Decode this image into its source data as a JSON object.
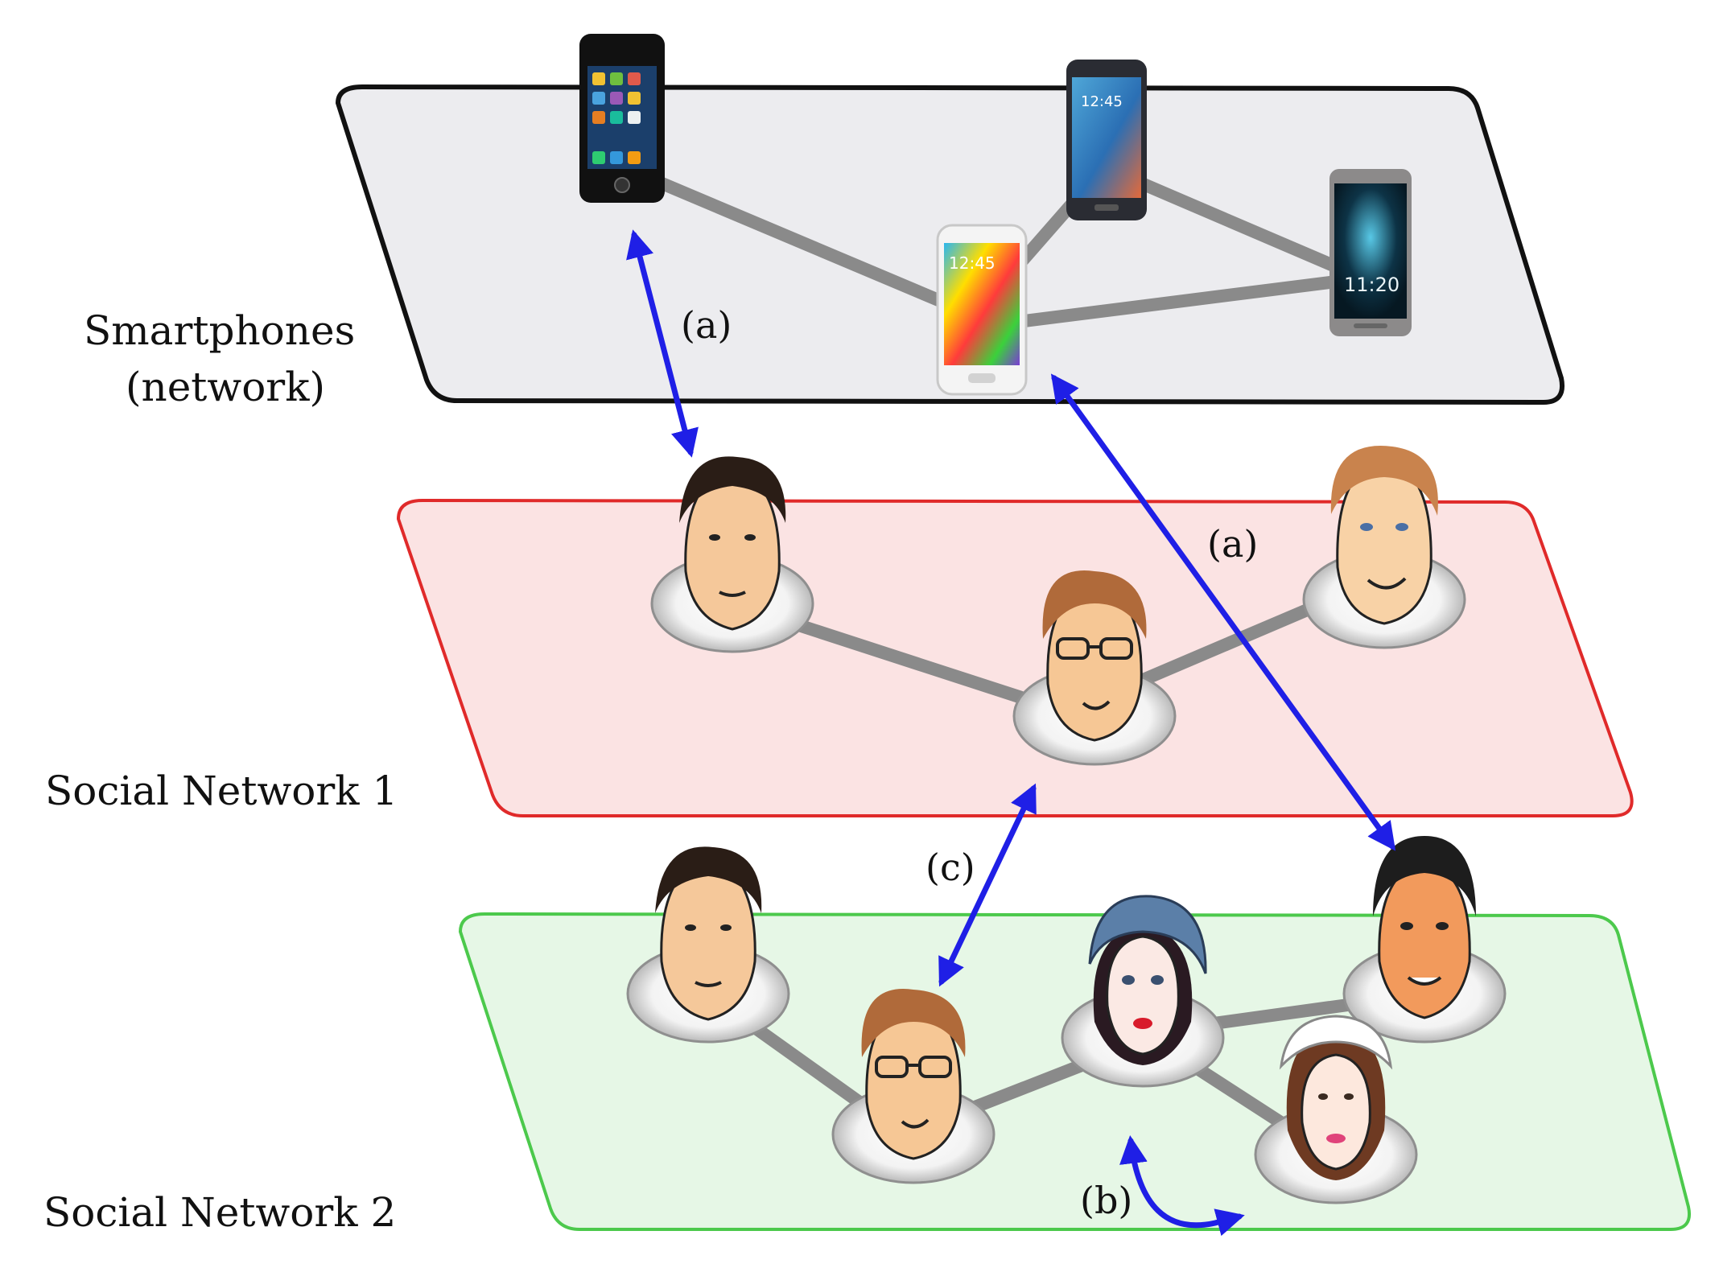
{
  "colors": {
    "phone_plane_fill": "#ececef",
    "phone_plane_stroke": "#111111",
    "sn1_fill": "#fbe3e3",
    "sn1_stroke": "#e02a2a",
    "sn2_fill": "#e6f7e6",
    "sn2_stroke": "#4cc94c",
    "edge": "#8a8a8a",
    "arrow": "#1f1fe6"
  },
  "labels": {
    "smartphones_line1": "Smartphones",
    "smartphones_line2": "(network)",
    "social_network_1": "Social Network 1",
    "social_network_2": "Social Network 2"
  },
  "arrows": {
    "a_left": "(a)",
    "a_right": "(a)",
    "c": "(c)",
    "b": "(b)"
  },
  "phone_screens": {
    "samsung_j": "12:45",
    "galaxy_s5": "12:45",
    "leeco": "11:20"
  }
}
